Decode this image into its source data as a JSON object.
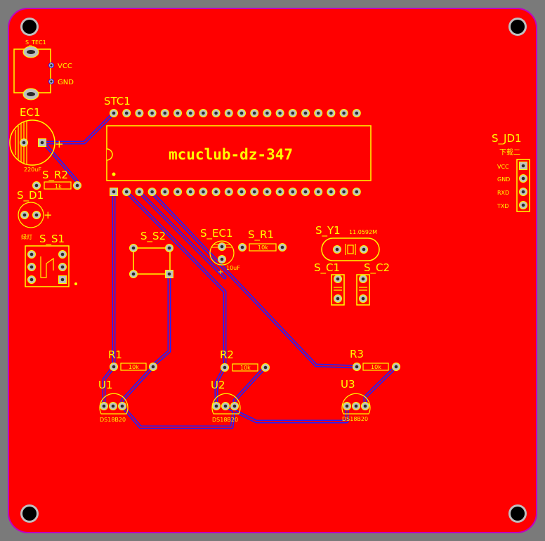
{
  "colors": {
    "board": "#ff0000",
    "outline": "#c000c0",
    "silkscreen": "#ffff00",
    "trace": "#2020ff",
    "pad": "#c0c0c0",
    "background": "#7a7a7a"
  },
  "board_title": "mcuclub-dz-347",
  "components": {
    "s_tec1": {
      "designator": "S_TEC1",
      "vcc": "VCC",
      "gnd": "GND"
    },
    "ec1": {
      "designator": "EC1",
      "value": "220uF",
      "polarity": "+"
    },
    "stc1": {
      "designator": "STC1"
    },
    "s_r2": {
      "designator": "S_R2",
      "value": "1k"
    },
    "s_d1": {
      "designator": "S_D1",
      "sub": "绿灯",
      "polarity": "+"
    },
    "s_s1": {
      "designator": "S_S1"
    },
    "s_s2": {
      "designator": "S_S2"
    },
    "s_ec1": {
      "designator": "S_EC1",
      "value": "10uF",
      "polarity": "+"
    },
    "s_r1": {
      "designator": "S_R1",
      "value": "10k"
    },
    "s_y1": {
      "designator": "S_Y1",
      "value": "11.0592M"
    },
    "s_c1": {
      "designator": "S_C1"
    },
    "s_c2": {
      "designator": "S_C2"
    },
    "s_jd1": {
      "designator": "S_JD1",
      "sub": "下载二",
      "pins": [
        "VCC",
        "GND",
        "RXD",
        "TXD"
      ]
    },
    "r1": {
      "designator": "R1",
      "value": "10k"
    },
    "r2": {
      "designator": "R2",
      "value": "10k"
    },
    "r3": {
      "designator": "R3",
      "value": "10k"
    },
    "u1": {
      "designator": "U1",
      "part": "DS18B20"
    },
    "u2": {
      "designator": "U2",
      "part": "DS18B20"
    },
    "u3": {
      "designator": "U3",
      "part": "DS18B20"
    }
  }
}
